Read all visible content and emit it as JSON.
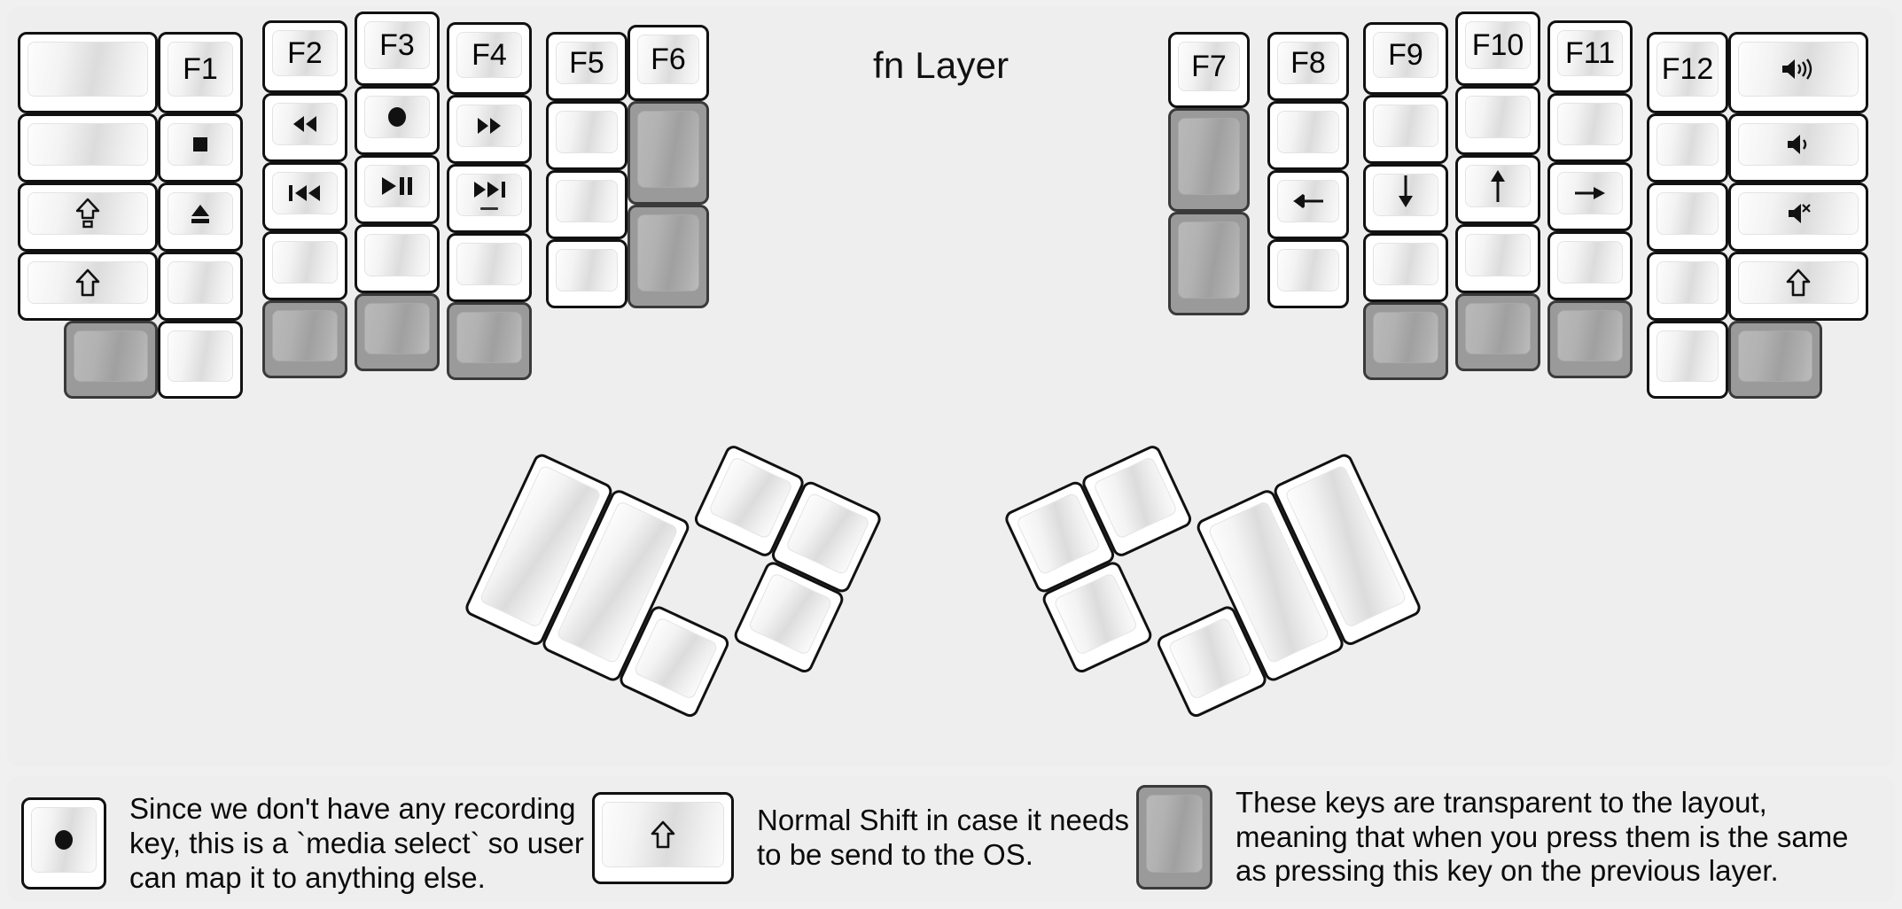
{
  "title": "fn Layer",
  "colors": {
    "background": "#f0f0f0",
    "panel": "#eeeeee",
    "key_border": "#111111",
    "key_face_light": "#fdfdfd",
    "key_transparent": "#9a9a9a",
    "legend_text": "#060606"
  },
  "keyboard": {
    "left_half": {
      "columns": [
        {
          "name": "outer-col",
          "keys": [
            {
              "label": "",
              "icon": "blank",
              "state": "normal"
            },
            {
              "label": "",
              "icon": "blank",
              "state": "normal"
            },
            {
              "label": "",
              "icon": "caps-lock-shift-icon",
              "state": "normal"
            },
            {
              "label": "",
              "icon": "shift-icon",
              "state": "normal"
            },
            {
              "label": "",
              "icon": "blank",
              "state": "transparent"
            }
          ]
        },
        {
          "name": "f1-col",
          "keys": [
            {
              "label": "F1",
              "icon": "",
              "state": "normal"
            },
            {
              "label": "",
              "icon": "media-stop-icon",
              "state": "normal"
            },
            {
              "label": "",
              "icon": "media-eject-icon",
              "state": "normal"
            },
            {
              "label": "",
              "icon": "blank",
              "state": "normal"
            },
            {
              "label": "",
              "icon": "blank",
              "state": "normal"
            }
          ]
        },
        {
          "name": "f2-col",
          "keys": [
            {
              "label": "F2",
              "icon": "",
              "state": "normal"
            },
            {
              "label": "",
              "icon": "media-rewind-icon",
              "state": "normal"
            },
            {
              "label": "",
              "icon": "media-previous-track-icon",
              "state": "normal"
            },
            {
              "label": "",
              "icon": "blank",
              "state": "normal"
            },
            {
              "label": "",
              "icon": "blank",
              "state": "transparent"
            }
          ]
        },
        {
          "name": "f3-col",
          "keys": [
            {
              "label": "F3",
              "icon": "",
              "state": "normal"
            },
            {
              "label": "",
              "icon": "media-record-icon",
              "state": "normal"
            },
            {
              "label": "",
              "icon": "media-play-pause-icon",
              "state": "normal"
            },
            {
              "label": "",
              "icon": "blank",
              "state": "normal"
            },
            {
              "label": "",
              "icon": "blank",
              "state": "transparent"
            }
          ]
        },
        {
          "name": "f4-col",
          "keys": [
            {
              "label": "F4",
              "icon": "",
              "state": "normal"
            },
            {
              "label": "",
              "icon": "media-fast-forward-icon",
              "state": "normal"
            },
            {
              "label": "",
              "icon": "media-next-track-icon",
              "state": "normal",
              "marker": "underbar"
            },
            {
              "label": "",
              "icon": "blank",
              "state": "normal"
            },
            {
              "label": "",
              "icon": "blank",
              "state": "transparent"
            }
          ]
        },
        {
          "name": "f5-col",
          "keys": [
            {
              "label": "F5",
              "icon": "",
              "state": "normal"
            },
            {
              "label": "",
              "icon": "blank",
              "state": "normal"
            },
            {
              "label": "",
              "icon": "blank",
              "state": "normal"
            },
            {
              "label": "",
              "icon": "blank",
              "state": "normal"
            }
          ]
        },
        {
          "name": "f6-col",
          "keys": [
            {
              "label": "F6",
              "icon": "",
              "state": "normal"
            },
            {
              "label": "",
              "icon": "blank",
              "state": "transparent"
            },
            {
              "label": "",
              "icon": "blank",
              "state": "transparent"
            }
          ]
        }
      ],
      "thumb_cluster": [
        {
          "name": "thumb-big-1",
          "label": "",
          "state": "normal"
        },
        {
          "name": "thumb-big-2",
          "label": "",
          "state": "normal"
        },
        {
          "name": "thumb-small-1",
          "label": "",
          "state": "normal"
        },
        {
          "name": "thumb-small-2",
          "label": "",
          "state": "normal"
        },
        {
          "name": "thumb-small-3",
          "label": "",
          "state": "normal"
        },
        {
          "name": "thumb-small-4",
          "label": "",
          "state": "normal"
        }
      ]
    },
    "right_half": {
      "columns": [
        {
          "name": "f7-col",
          "keys": [
            {
              "label": "F7",
              "icon": "",
              "state": "normal"
            },
            {
              "label": "",
              "icon": "blank",
              "state": "transparent"
            },
            {
              "label": "",
              "icon": "blank",
              "state": "transparent"
            }
          ]
        },
        {
          "name": "f8-col",
          "keys": [
            {
              "label": "F8",
              "icon": "",
              "state": "normal"
            },
            {
              "label": "",
              "icon": "blank",
              "state": "normal"
            },
            {
              "label": "",
              "icon": "arrow-left-icon",
              "state": "normal"
            },
            {
              "label": "",
              "icon": "blank",
              "state": "normal"
            }
          ]
        },
        {
          "name": "f9-col",
          "keys": [
            {
              "label": "F9",
              "icon": "",
              "state": "normal"
            },
            {
              "label": "",
              "icon": "blank",
              "state": "normal"
            },
            {
              "label": "",
              "icon": "arrow-down-icon",
              "state": "normal",
              "marker": "underbar"
            },
            {
              "label": "",
              "icon": "blank",
              "state": "normal"
            },
            {
              "label": "",
              "icon": "blank",
              "state": "transparent"
            }
          ]
        },
        {
          "name": "f10-col",
          "keys": [
            {
              "label": "F10",
              "icon": "",
              "state": "normal"
            },
            {
              "label": "",
              "icon": "blank",
              "state": "normal"
            },
            {
              "label": "",
              "icon": "arrow-up-icon",
              "state": "normal"
            },
            {
              "label": "",
              "icon": "blank",
              "state": "normal"
            },
            {
              "label": "",
              "icon": "blank",
              "state": "transparent"
            }
          ]
        },
        {
          "name": "f11-col",
          "keys": [
            {
              "label": "F11",
              "icon": "",
              "state": "normal"
            },
            {
              "label": "",
              "icon": "blank",
              "state": "normal"
            },
            {
              "label": "",
              "icon": "arrow-right-icon",
              "state": "normal"
            },
            {
              "label": "",
              "icon": "blank",
              "state": "normal"
            },
            {
              "label": "",
              "icon": "blank",
              "state": "transparent"
            }
          ]
        },
        {
          "name": "f12-col",
          "keys": [
            {
              "label": "F12",
              "icon": "",
              "state": "normal"
            },
            {
              "label": "",
              "icon": "blank",
              "state": "normal"
            },
            {
              "label": "",
              "icon": "blank",
              "state": "normal"
            },
            {
              "label": "",
              "icon": "blank",
              "state": "normal"
            },
            {
              "label": "",
              "icon": "blank",
              "state": "normal"
            }
          ]
        },
        {
          "name": "outer-right-col",
          "keys": [
            {
              "label": "",
              "icon": "volume-up-icon",
              "state": "normal"
            },
            {
              "label": "",
              "icon": "volume-down-icon",
              "state": "normal"
            },
            {
              "label": "",
              "icon": "volume-mute-icon",
              "state": "normal"
            },
            {
              "label": "",
              "icon": "shift-icon",
              "state": "normal"
            },
            {
              "label": "",
              "icon": "blank",
              "state": "transparent"
            }
          ]
        }
      ],
      "thumb_cluster": [
        {
          "name": "thumb-big-1",
          "label": "",
          "state": "normal"
        },
        {
          "name": "thumb-big-2",
          "label": "",
          "state": "normal"
        },
        {
          "name": "thumb-small-1",
          "label": "",
          "state": "normal"
        },
        {
          "name": "thumb-small-2",
          "label": "",
          "state": "normal"
        },
        {
          "name": "thumb-small-3",
          "label": "",
          "state": "normal"
        },
        {
          "name": "thumb-small-4",
          "label": "",
          "state": "normal"
        }
      ]
    }
  },
  "notes": [
    {
      "icon": "media-record-icon",
      "key_state": "normal",
      "text": "Since we don't have any recording\nkey, this is a `media select` so user\ncan map it to anything else."
    },
    {
      "icon": "shift-icon",
      "key_state": "normal",
      "text": "Normal Shift in case it needs\nto be send to the OS."
    },
    {
      "icon": "blank",
      "key_state": "transparent",
      "text": "These keys are transparent to the layout,\nmeaning that when you press them is the same\nas pressing this key on the previous layer."
    }
  ]
}
